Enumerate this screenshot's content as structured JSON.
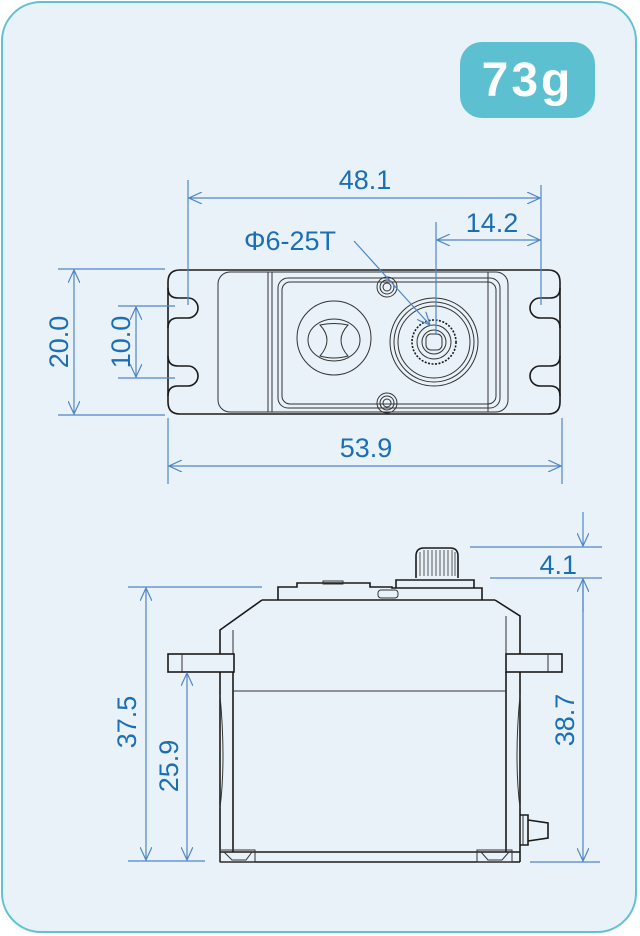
{
  "weight_badge": {
    "label": "73g",
    "color": "#5cc0d0"
  },
  "colors": {
    "background": "#e8f2f8",
    "border": "#5fc1d1",
    "dimension_text": "#1d6fb5",
    "dimension_line": "#4f86c6",
    "outline": "#1a1a1a"
  },
  "top_view": {
    "dimensions": {
      "mount_hole_spacing": "48.1",
      "spline_offset": "14.2",
      "spline_spec": "Φ6-25T",
      "overall_length": "53.9",
      "body_width": "20.0",
      "tab_slot_spacing": "10.0"
    }
  },
  "side_view": {
    "dimensions": {
      "spline_height": "4.1",
      "body_height": "37.5",
      "mount_height": "25.9",
      "overall_height": "38.7"
    }
  }
}
